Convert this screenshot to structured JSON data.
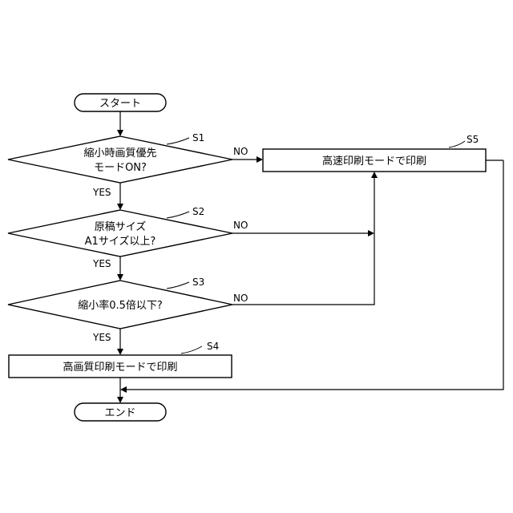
{
  "nodes": {
    "start": "スタート",
    "s1_line1": "縮小時画質優先",
    "s1_line2": "モードON?",
    "s2_line1": "原稿サイズ",
    "s2_line2": "A1サイズ以上?",
    "s3": "縮小率0.5倍以下?",
    "s4": "高画質印刷モードで印刷",
    "s5": "高速印刷モードで印刷",
    "end": "エンド"
  },
  "step_labels": {
    "s1": "S1",
    "s2": "S2",
    "s3": "S3",
    "s4": "S4",
    "s5": "S5"
  },
  "edge_labels": {
    "s1_yes": "YES",
    "s1_no": "NO",
    "s2_yes": "YES",
    "s2_no": "NO",
    "s3_yes": "YES",
    "s3_no": "NO"
  }
}
